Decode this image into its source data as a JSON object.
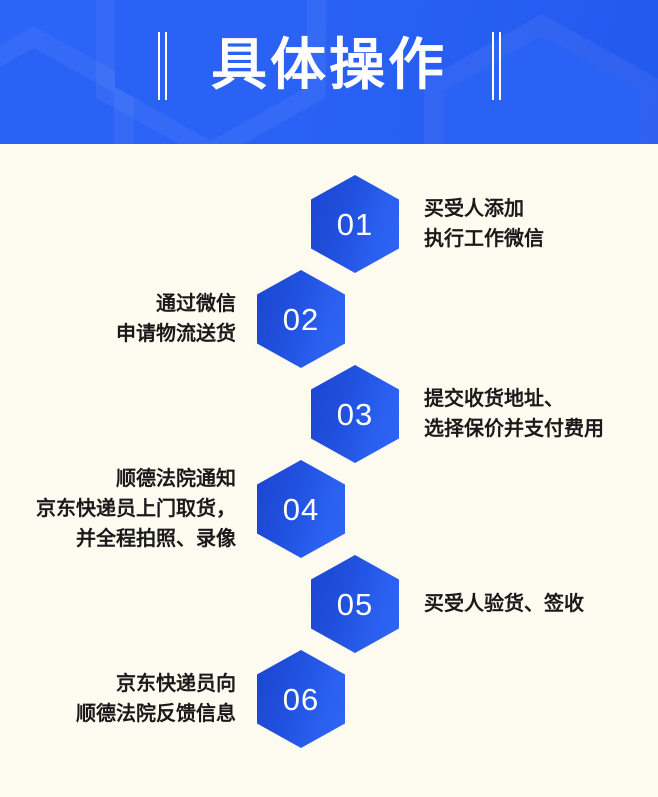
{
  "header": {
    "title": "具体操作",
    "background_color": "#2A62F5",
    "title_color": "#FFFFFF",
    "decoration": "double-vertical-bars"
  },
  "page": {
    "background_color": "#FEFBF0",
    "text_color": "#1A1A1A",
    "hexagon_color": "#2050DD"
  },
  "steps": [
    {
      "number": "01",
      "side": "right",
      "lines": [
        "买受人添加",
        "执行工作微信"
      ]
    },
    {
      "number": "02",
      "side": "left",
      "lines": [
        "通过微信",
        "申请物流送货"
      ]
    },
    {
      "number": "03",
      "side": "right",
      "lines": [
        "提交收货地址、",
        "选择保价并支付费用"
      ]
    },
    {
      "number": "04",
      "side": "left",
      "lines": [
        "顺德法院通知",
        "京东快递员上门取货，",
        "并全程拍照、录像"
      ]
    },
    {
      "number": "05",
      "side": "right",
      "lines": [
        "买受人验货、签收"
      ]
    },
    {
      "number": "06",
      "side": "left",
      "lines": [
        "京东快递员向",
        "顺德法院反馈信息"
      ]
    }
  ]
}
